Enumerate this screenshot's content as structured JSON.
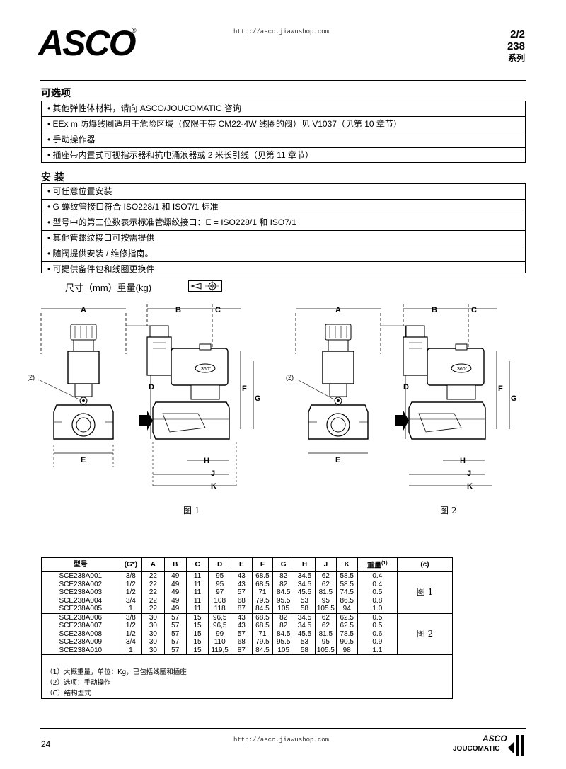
{
  "header": {
    "url": "http://asco.jiawushop.com",
    "series_line1": "2/2",
    "series_line2": "238",
    "series_line3": "系列"
  },
  "logo": {
    "text": "ASCO",
    "mark": "®"
  },
  "options": {
    "title": "可选项",
    "items": [
      "• 其他弹性体材料，请向 ASCO/JOUCOMATIC 咨询",
      "• EEx m 防爆线圈适用于危险区域（仅限于带 CM22-4W 线圈的阀）见 V1037（见第 10 章节）",
      "• 手动操作器",
      "• 插座带内置式可视指示器和抗电涌浪器或 2 米长引线（见第 11 章节）"
    ]
  },
  "install": {
    "title": "安 装",
    "items": [
      "• 可任意位置安装",
      "• G 螺纹管接口符合 ISO228/1 和 ISO7/1 标准",
      "• 型号中的第三位数表示标准管螺纹接口：E = ISO228/1 和 ISO7/1",
      "• 其他管螺纹接口可按需提供",
      "• 随阀提供安装 / 维修指南。",
      "• 可提供备件包和线圈更换件"
    ]
  },
  "dimensions": {
    "title": "尺寸（mm）重量(kg)",
    "fig1": "图 1",
    "fig2": "图 2",
    "labels": {
      "A": "A",
      "B": "B",
      "C": "C",
      "D": "D",
      "E": "E",
      "F": "F",
      "G": "G",
      "H": "H",
      "J": "J",
      "K": "K",
      "two": "(2)",
      "deg": "360°"
    }
  },
  "table": {
    "headers": [
      "型号",
      "(G*)",
      "A",
      "B",
      "C",
      "D",
      "E",
      "F",
      "G",
      "H",
      "J",
      "K",
      "重量",
      "(1)",
      "(c)"
    ],
    "group1": [
      [
        "SCE238A001",
        "3/8",
        "22",
        "49",
        "11",
        "95",
        "43",
        "68.5",
        "82",
        "34.5",
        "62",
        "58.5",
        "0.4"
      ],
      [
        "SCE238A002",
        "1/2",
        "22",
        "49",
        "11",
        "95",
        "43",
        "68.5",
        "82",
        "34.5",
        "62",
        "58.5",
        "0.4"
      ],
      [
        "SCE238A003",
        "1/2",
        "22",
        "49",
        "11",
        "97",
        "57",
        "71",
        "84.5",
        "45.5",
        "81.5",
        "74.5",
        "0.5"
      ],
      [
        "SCE238A004",
        "3/4",
        "22",
        "49",
        "11",
        "108",
        "68",
        "79.5",
        "95.5",
        "53",
        "95",
        "86.5",
        "0.8"
      ],
      [
        "SCE238A005",
        "1",
        "22",
        "49",
        "11",
        "118",
        "87",
        "84.5",
        "105",
        "58",
        "105.5",
        "94",
        "1.0"
      ]
    ],
    "group2": [
      [
        "SCE238A006",
        "3/8",
        "30",
        "57",
        "15",
        "96,5",
        "43",
        "68.5",
        "82",
        "34.5",
        "62",
        "62.5",
        "0.5"
      ],
      [
        "SCE238A007",
        "1/2",
        "30",
        "57",
        "15",
        "96,5",
        "43",
        "68.5",
        "82",
        "34.5",
        "62",
        "62.5",
        "0.5"
      ],
      [
        "SCE238A008",
        "1/2",
        "30",
        "57",
        "15",
        "99",
        "57",
        "71",
        "84.5",
        "45.5",
        "81.5",
        "78.5",
        "0.6"
      ],
      [
        "SCE238A009",
        "3/4",
        "30",
        "57",
        "15",
        "110",
        "68",
        "79.5",
        "95.5",
        "53",
        "95",
        "90.5",
        "0.9"
      ],
      [
        "SCE238A010",
        "1",
        "30",
        "57",
        "15",
        "119,5",
        "87",
        "84.5",
        "105",
        "58",
        "105.5",
        "98",
        "1.1"
      ]
    ],
    "group1_fig": "图 1",
    "group2_fig": "图 2",
    "notes": [
      "（1）大概重量，单位：Kg，已包括线圈和插座",
      "（2）选项：手动操作",
      "（C）结构型式"
    ]
  },
  "footer": {
    "page": "24",
    "url": "http://asco.jiawushop.com",
    "brand1": "ASCO",
    "brand2": "JOUCOMATIC"
  }
}
